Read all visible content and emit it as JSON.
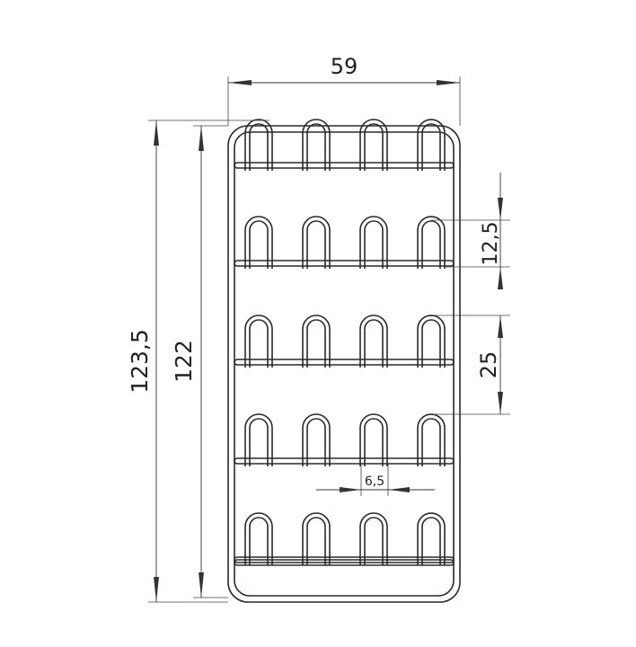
{
  "dimensions": {
    "overall_width": "59",
    "total_height": "123,5",
    "frame_height": "122",
    "hook_height": "12,5",
    "row_pitch": "25",
    "wire_gap": "6,5"
  },
  "rack": {
    "rows": 5,
    "hooks_per_row": 4
  }
}
